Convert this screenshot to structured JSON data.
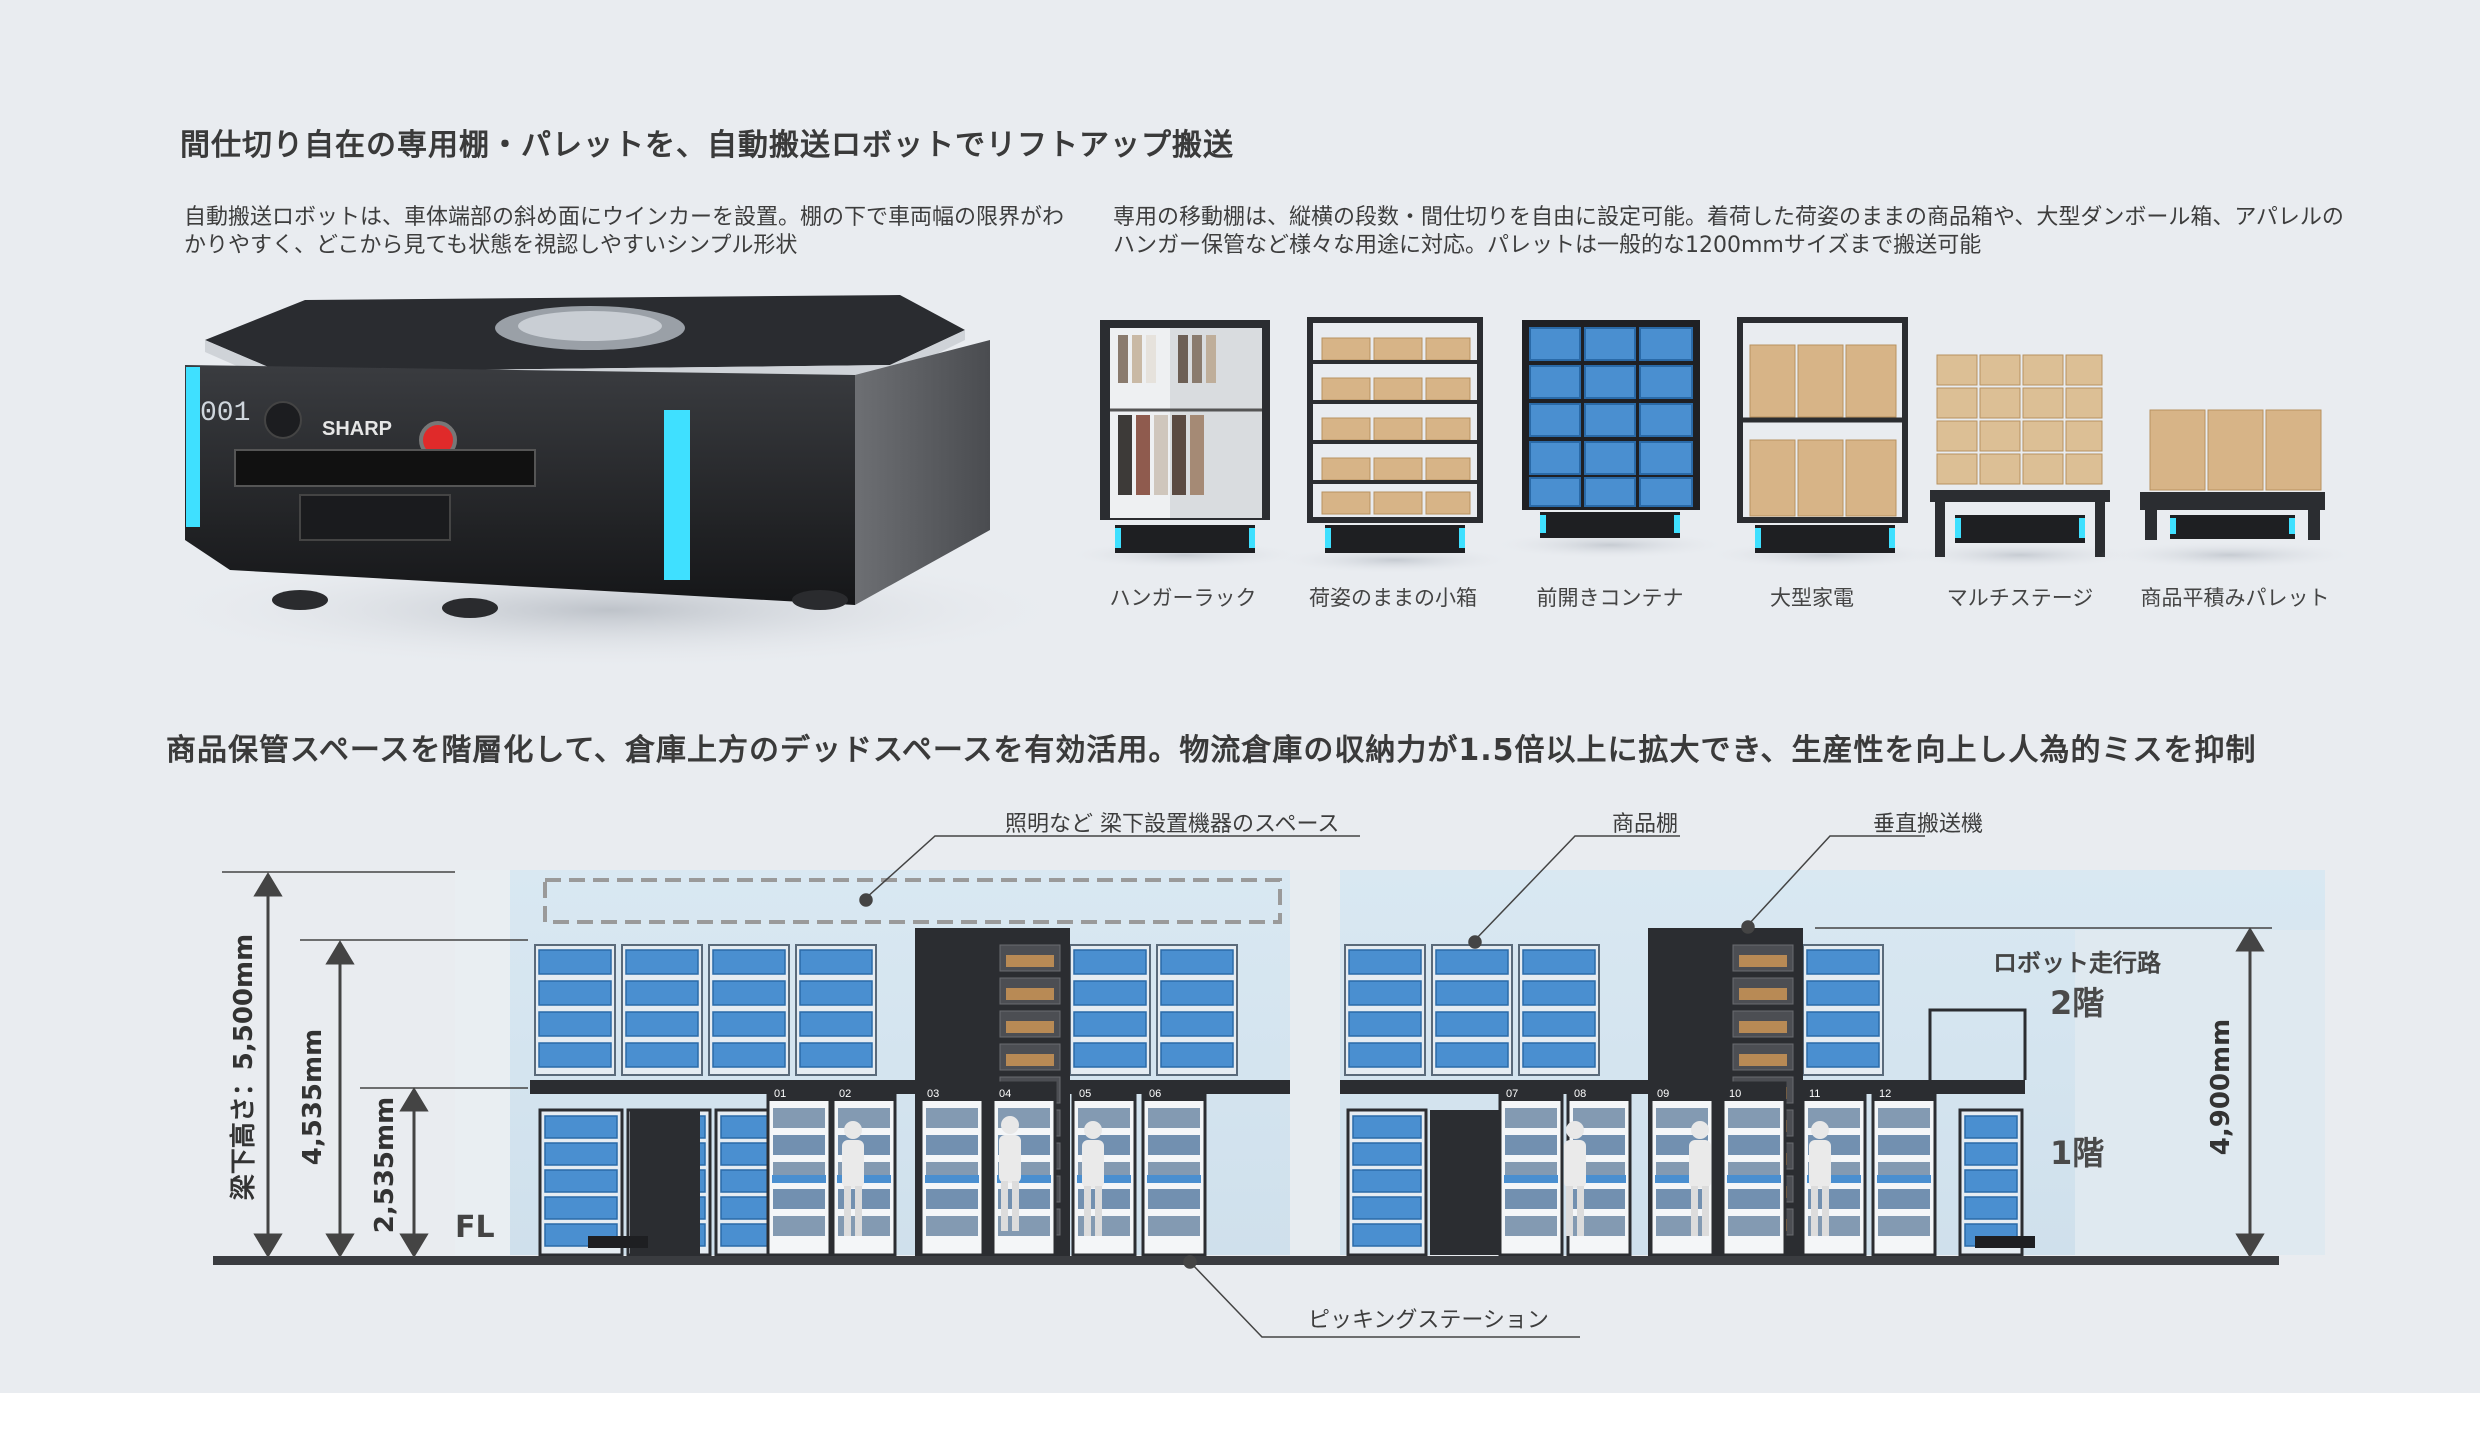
{
  "headings": {
    "top": "間仕切り自在の専用棚・パレットを、自動搬送ロボットでリフトアップ搬送",
    "bottom": "商品保管スペースを階層化して、倉庫上方のデッドスペースを有効活用。物流倉庫の収納力が1.5倍以上に拡大でき、生産性を向上し人為的ミスを抑制"
  },
  "descriptions": {
    "robot": "自動搬送ロボットは、車体端部の斜め面にウインカーを設置。棚の下で車両幅の限界がわかりやすく、どこから見ても状態を視認しやすいシンプル形状",
    "shelves": "専用の移動棚は、縦横の段数・間仕切りを自由に設定可能。着荷した荷姿のままの商品箱や、大型ダンボール箱、アパレルのハンガー保管など様々な用途に対応。パレットは一般的な1200mmサイズまで搬送可能"
  },
  "robot": {
    "brand": "SHARP",
    "unit_number": "001",
    "accent_color": "#3fe0ff"
  },
  "shelf_types": [
    {
      "label": "ハンガーラック"
    },
    {
      "label": "荷姿のままの小箱"
    },
    {
      "label": "前開きコンテナ"
    },
    {
      "label": "大型家電"
    },
    {
      "label": "マルチステージ"
    },
    {
      "label": "商品平積みパレット"
    }
  ],
  "warehouse": {
    "callouts": {
      "ceiling_space": "照明など 梁下設置機器のスペース",
      "product_shelf": "商品棚",
      "vertical_conveyor": "垂直搬送機",
      "picking_station": "ピッキングステーション"
    },
    "dimensions": {
      "beam_height": "梁下高さ：5,500mm",
      "mid_height": "4,535mm",
      "low_height": "2,535mm",
      "right_height": "4,900mm"
    },
    "floors": {
      "second": "2階",
      "first": "1階",
      "robot_road": "ロボット走行路",
      "floor_level": "FL"
    },
    "station_numbers": [
      "01",
      "02",
      "03",
      "04",
      "05",
      "06",
      "07",
      "08",
      "09",
      "10",
      "11",
      "12"
    ]
  },
  "colors": {
    "panel_bg": "#e9ecf0",
    "container_blue": "#4a8fd0",
    "structure_dark": "#2b2d31",
    "box_tan": "#d7b487"
  }
}
